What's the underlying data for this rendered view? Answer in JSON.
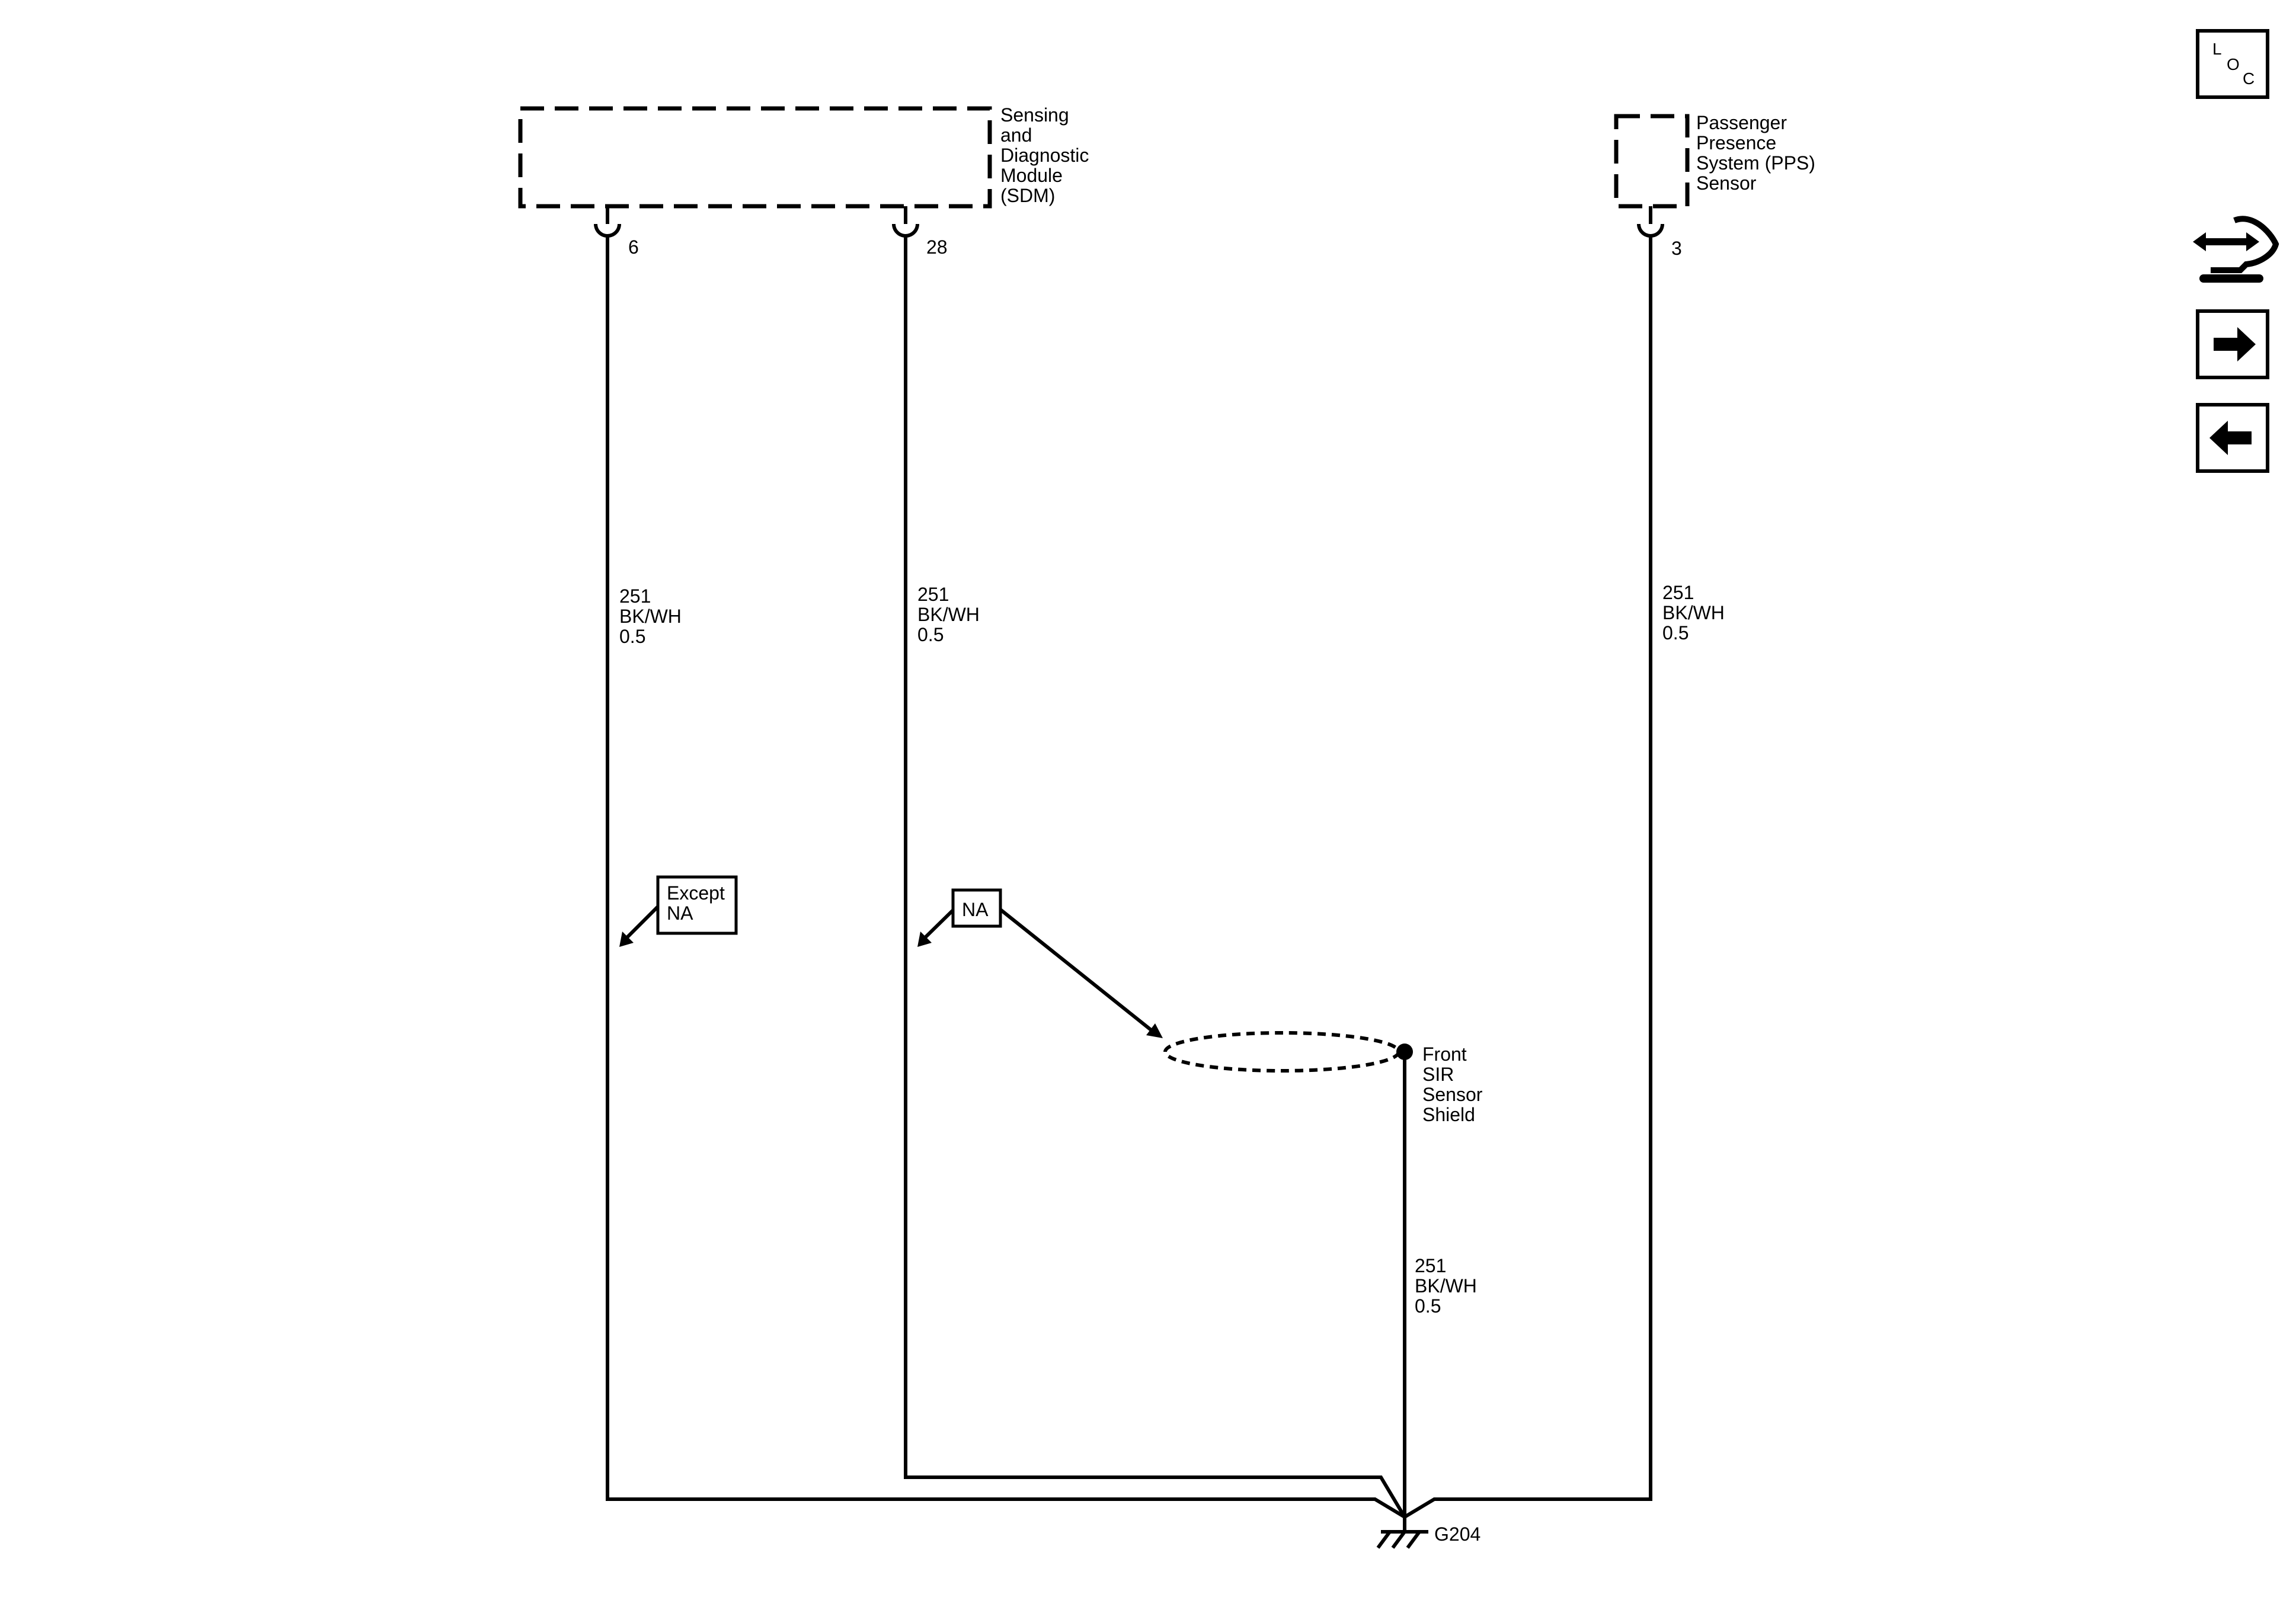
{
  "components": {
    "sdm": {
      "label_lines": [
        "Sensing",
        "and",
        "Diagnostic",
        "Module",
        "(SDM)"
      ],
      "pins": [
        "6",
        "28"
      ]
    },
    "pps": {
      "label_lines": [
        "Passenger",
        "Presence",
        "System (PPS)",
        "Sensor"
      ],
      "pin": "3"
    }
  },
  "wires": [
    {
      "circuit": "251",
      "color": "BK/WH",
      "size": "0.5"
    },
    {
      "circuit": "251",
      "color": "BK/WH",
      "size": "0.5"
    },
    {
      "circuit": "251",
      "color": "BK/WH",
      "size": "0.5"
    },
    {
      "circuit": "251",
      "color": "BK/WH",
      "size": "0.5"
    }
  ],
  "options": {
    "except_na": [
      "Except",
      "NA"
    ],
    "na": "NA"
  },
  "shield": {
    "label_lines": [
      "Front",
      "SIR",
      "Sensor",
      "Shield"
    ]
  },
  "ground": {
    "label": "G204"
  },
  "nav": {
    "loc": [
      "L",
      "O",
      "C"
    ],
    "icons": [
      "connector-swap-icon",
      "arrow-right-icon",
      "arrow-left-icon"
    ]
  }
}
